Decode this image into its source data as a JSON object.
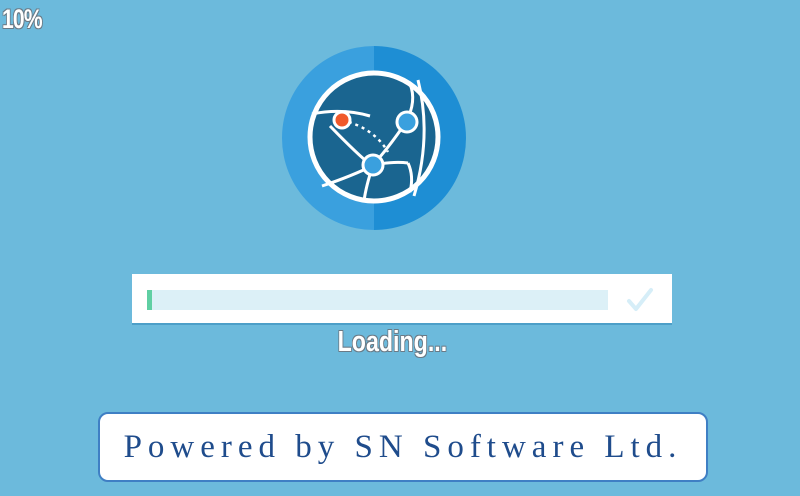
{
  "progress": {
    "percent_label": "10%",
    "value": 0.01,
    "status_text": "Loading..."
  },
  "footer": {
    "powered_by": "Powered by SN Software Ltd."
  },
  "icons": {
    "logo": "globe-network-icon",
    "done": "checkmark-icon"
  },
  "colors": {
    "background": "#6cbadc",
    "logo_ring_left": "#3aa0de",
    "logo_ring_right": "#1e8ed4",
    "logo_globe": "#1a6590",
    "node_accent": "#f0592a",
    "progress_fill": "#5fcfa3",
    "progress_track": "#dcf0f7",
    "footer_text": "#1f4c8c"
  }
}
